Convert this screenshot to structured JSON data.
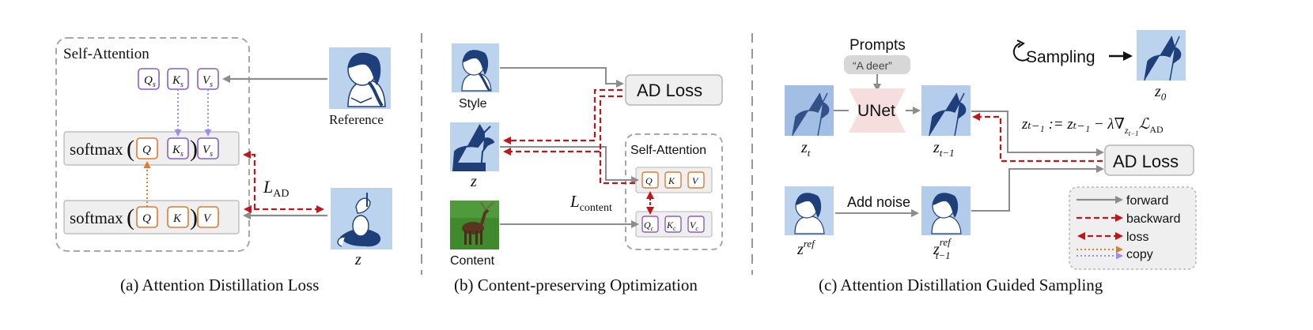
{
  "panel_a": {
    "box_title": "Self-Attention",
    "qs_base": "Q",
    "qs_sub": "s",
    "ks_base": "K",
    "ks_sub": "s",
    "vs_base": "V",
    "vs_sub": "s",
    "softmax": "softmax",
    "q": "Q",
    "k": "K",
    "v": "V",
    "loss_script": "L",
    "loss_sub": "AD",
    "reference_label": "Reference",
    "z_label": "z",
    "caption": "(a) Attention Distillation Loss"
  },
  "panel_b": {
    "style_label": "Style",
    "content_label": "Content",
    "z_label": "z",
    "ad_loss": "AD Loss",
    "box_title": "Self-Attention",
    "q": "Q",
    "k": "K",
    "v": "V",
    "qc_base": "Q",
    "qc_sub": "c",
    "kc_base": "K",
    "kc_sub": "c",
    "vc_base": "V",
    "vc_sub": "c",
    "content_loss_script": "L",
    "content_loss_sub": "content",
    "caption": "(b) Content-preserving Optimization"
  },
  "panel_c": {
    "prompts_title": "Prompts",
    "prompt_text": "“A deer”",
    "unet_label": "UNet",
    "sampling_label": "Sampling",
    "z0_base": "z",
    "z0_sub": "0",
    "zt_base": "z",
    "zt_sub": "t",
    "zt1_base": "z",
    "zt1_sub": "t−1",
    "zref_base": "z",
    "zref_sup": "ref",
    "zref1_base": "z",
    "zref1_sub": "t−1",
    "zref1_sup": "ref",
    "add_noise": "Add noise",
    "ad_loss": "AD Loss",
    "update_equation": "zₜ₋₁ := zₜ₋₁ − λ∇",
    "legend": {
      "forward": "forward",
      "backward": "backward",
      "loss": "loss",
      "copy": "copy"
    },
    "caption": "(c) Attention Distillation Guided Sampling"
  },
  "colors": {
    "purple": "#8b5fbf",
    "orange": "#e07a2e",
    "red": "#c0161b",
    "gray_arrow": "#8c8c8c",
    "box_fill": "#efefef",
    "box_border": "#b5b5b5",
    "dashed_border": "#a8a8a8",
    "dotted_orange": "#e07a2e",
    "dotted_purple": "#9a8cf0"
  }
}
